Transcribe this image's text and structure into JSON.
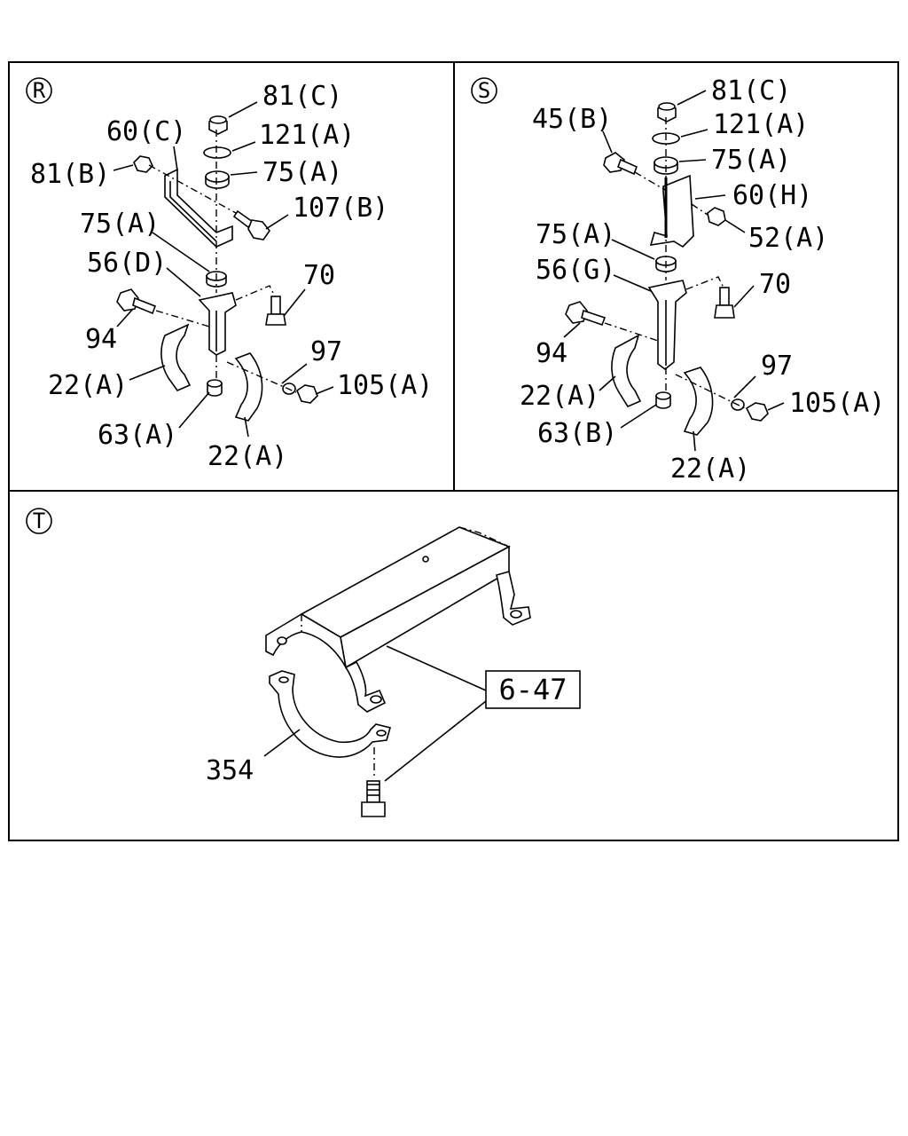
{
  "panels": {
    "r": {
      "section": "R",
      "labels": {
        "l81c": "81(C)",
        "l121a": "121(A)",
        "l60c": "60(C)",
        "l81b": "81(B)",
        "l75a_top": "75(A)",
        "l107b": "107(B)",
        "l75a": "75(A)",
        "l56d": "56(D)",
        "l70": "70",
        "l94": "94",
        "l97": "97",
        "l22a_left": "22(A)",
        "l105a": "105(A)",
        "l63a": "63(A)",
        "l22a_bottom": "22(A)"
      }
    },
    "s": {
      "section": "S",
      "labels": {
        "l81c": "81(C)",
        "l45b": "45(B)",
        "l121a": "121(A)",
        "l75a_top": "75(A)",
        "l60h": "60(H)",
        "l75a": "75(A)",
        "l52a": "52(A)",
        "l56g": "56(G)",
        "l70": "70",
        "l94": "94",
        "l97": "97",
        "l22a_left": "22(A)",
        "l105a": "105(A)",
        "l63b": "63(B)",
        "l22a_bottom": "22(A)"
      }
    },
    "t": {
      "section": "T",
      "labels": {
        "l354": "354",
        "ref": "6-47"
      }
    }
  }
}
